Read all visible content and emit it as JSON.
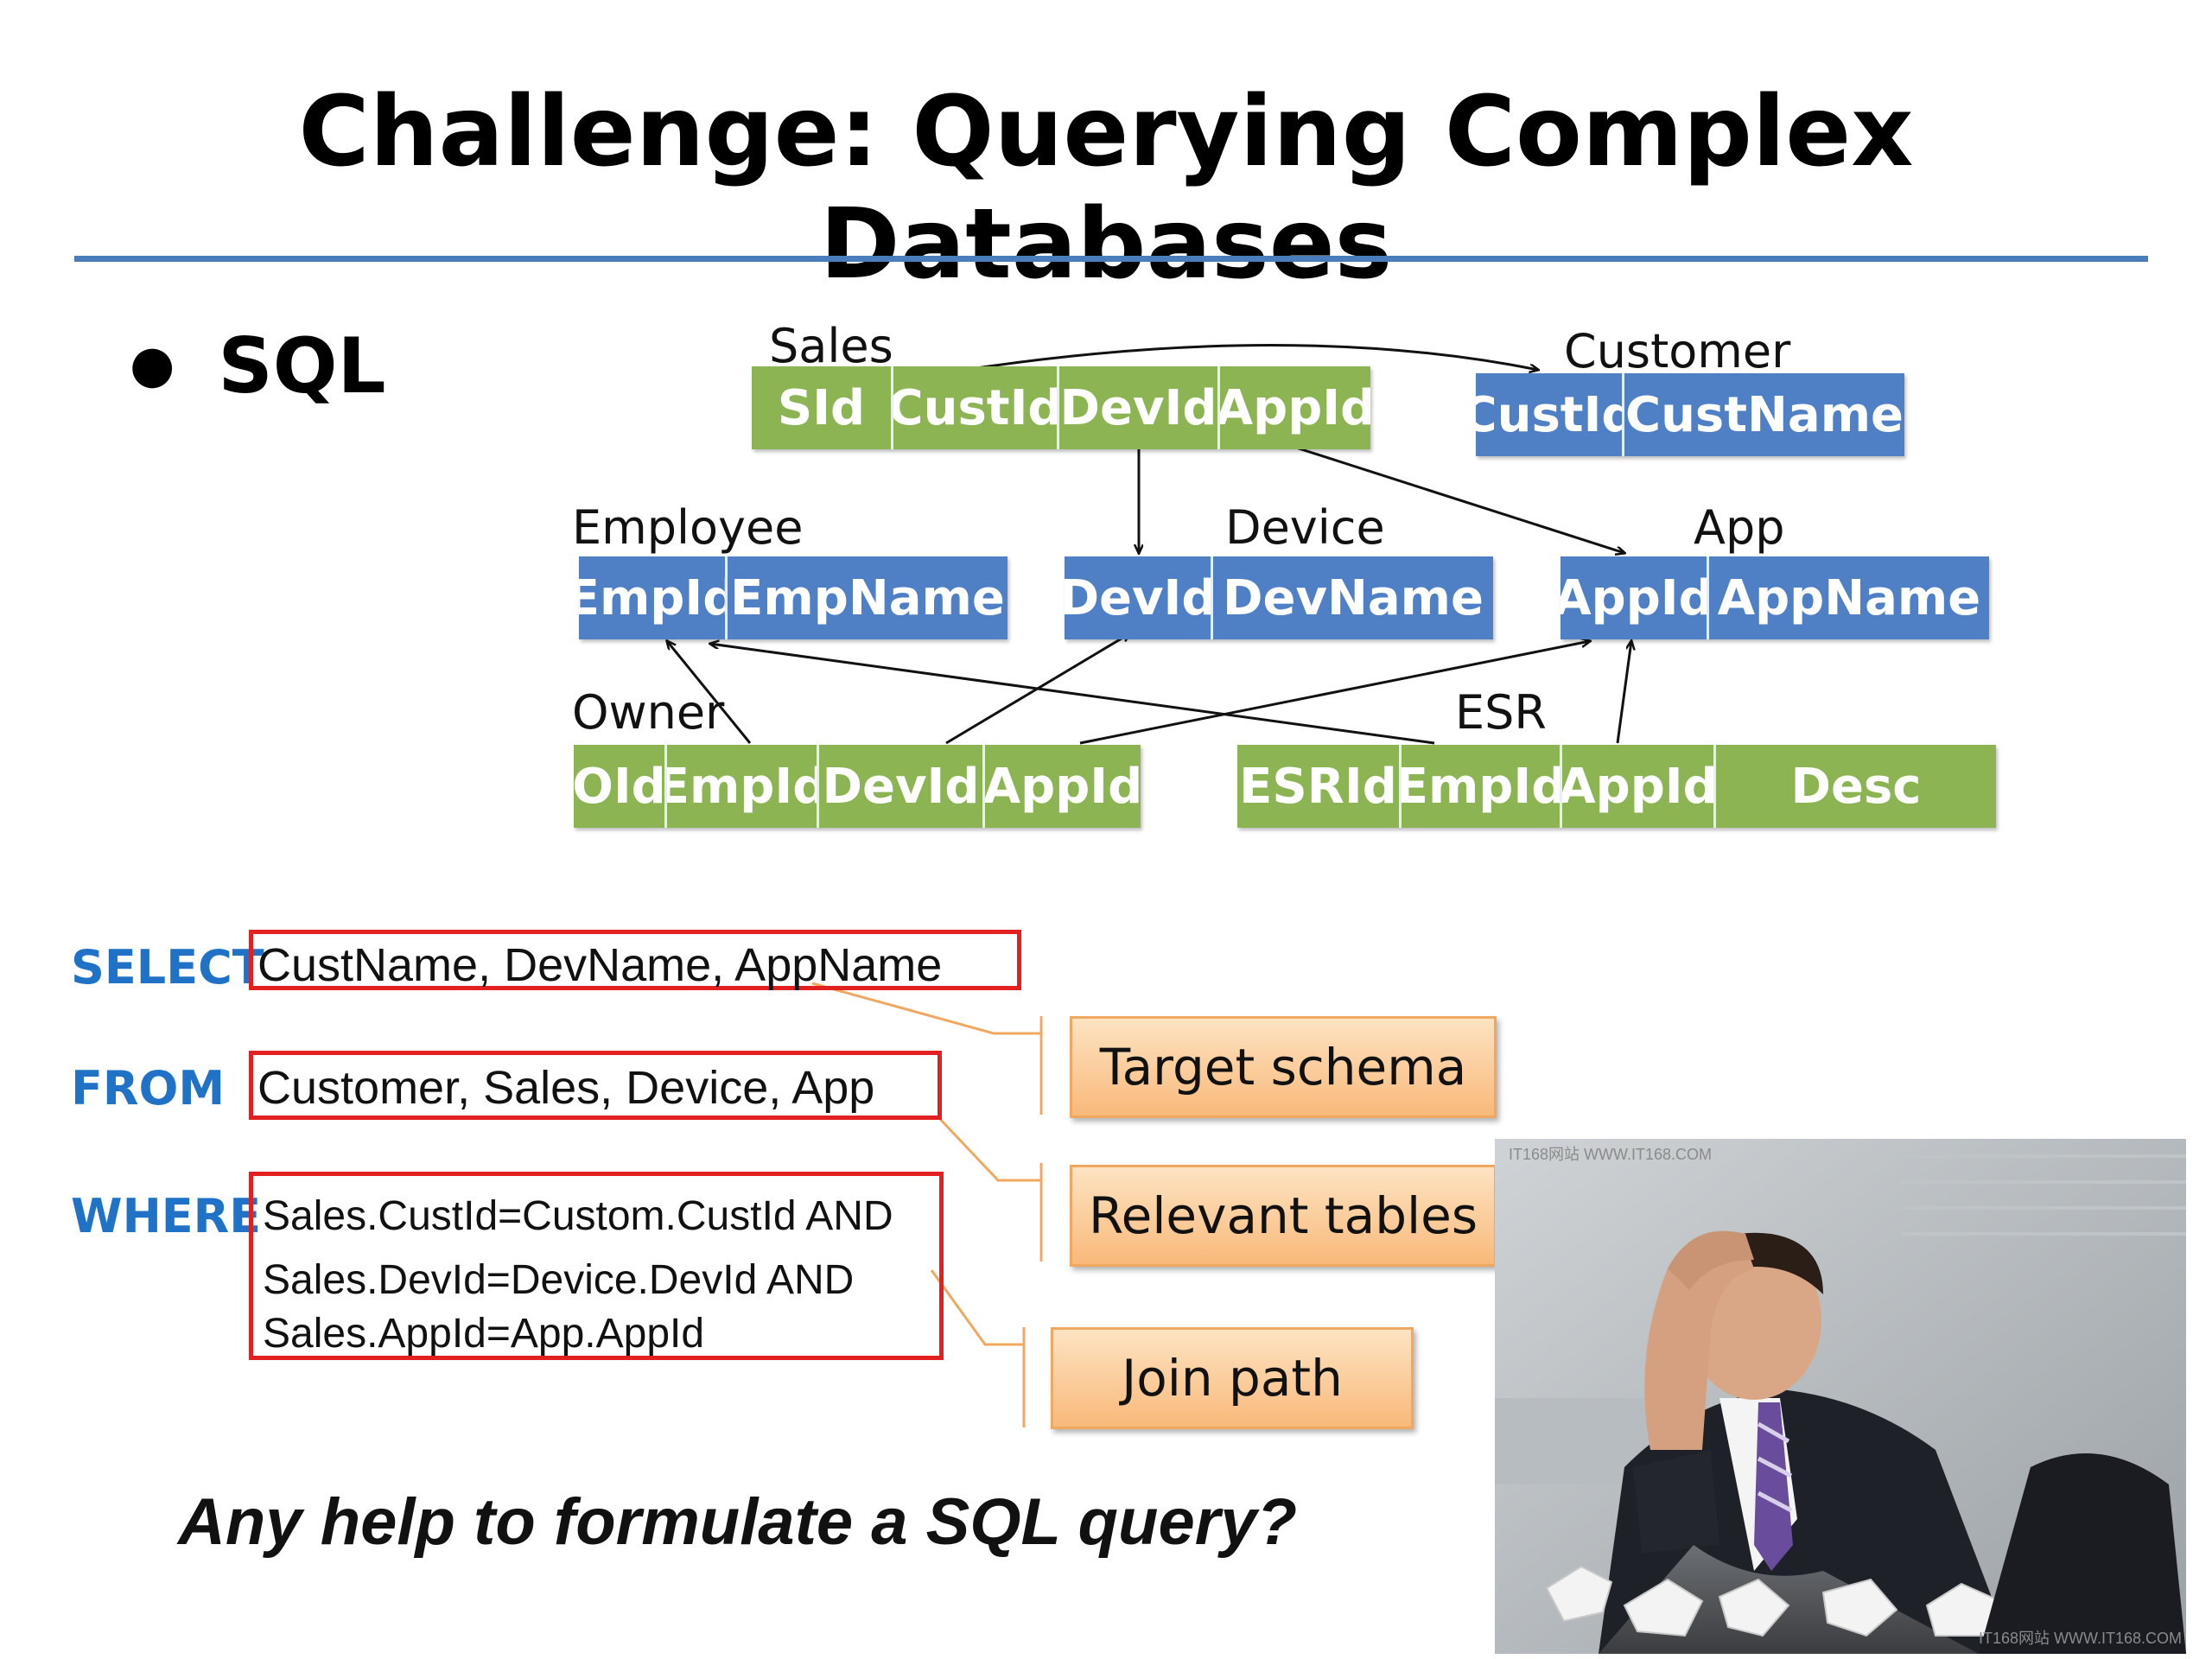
{
  "slide": {
    "title": "Challenge: Querying Complex Databases",
    "bullet": "SQL"
  },
  "schema": {
    "sales": {
      "name": "Sales",
      "columns": [
        "SId",
        "CustId",
        "DevId",
        "AppId"
      ]
    },
    "customer": {
      "name": "Customer",
      "columns": [
        "CustId",
        "CustName"
      ]
    },
    "employee": {
      "name": "Employee",
      "columns": [
        "EmpId",
        "EmpName"
      ]
    },
    "device": {
      "name": "Device",
      "columns": [
        "DevId",
        "DevName"
      ]
    },
    "app": {
      "name": "App",
      "columns": [
        "AppId",
        "AppName"
      ]
    },
    "owner": {
      "name": "Owner",
      "columns": [
        "OId",
        "EmpId",
        "DevId",
        "AppId"
      ]
    },
    "esr": {
      "name": "ESR",
      "columns": [
        "ESRId",
        "EmpId",
        "AppId",
        "Desc"
      ]
    }
  },
  "query": {
    "select_kw": "SELECT",
    "from_kw": "FROM",
    "where_kw": "WHERE",
    "select_text": "CustName, DevName, AppName",
    "from_text": "Customer, Sales, Device, App",
    "where_lines": [
      "Sales.CustId=Custom.CustId AND",
      "Sales.DevId=Device.DevId AND",
      "Sales.AppId=App.AppId"
    ]
  },
  "callouts": {
    "target_schema": "Target schema",
    "relevant_tables": "Relevant tables",
    "join_path": "Join path"
  },
  "question": "Any help to formulate a SQL query?",
  "photo": {
    "watermark_top": "IT168网站 WWW.IT168.COM",
    "watermark_bottom": "IT168网站 WWW.IT168.COM"
  },
  "colors": {
    "green_table": "#8db453",
    "blue_table": "#4f80c6",
    "keyword": "#1f72c6",
    "red_box": "#e32020",
    "callout": "#f9b97a",
    "rule": "#4a7ebb"
  }
}
